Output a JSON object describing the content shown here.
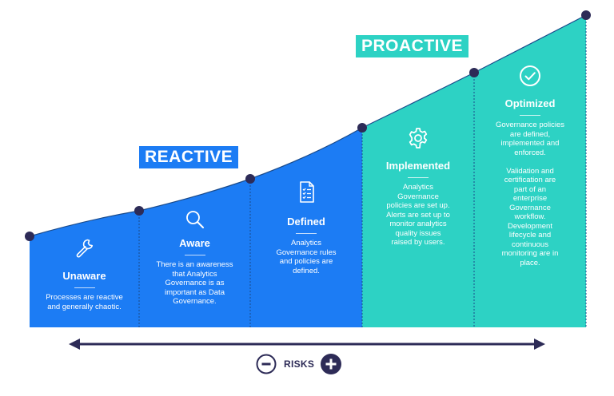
{
  "colors": {
    "reactive": "#1c7cf4",
    "proactive": "#2dd2c4",
    "dark": "#2d2b57",
    "dot_line": "#1a4a8a"
  },
  "badges": {
    "reactive": "REACTIVE",
    "proactive": "PROACTIVE"
  },
  "stages": [
    {
      "title": "Unaware",
      "icon": "wrench-icon",
      "description": "Processes are reactive\nand generally chaotic."
    },
    {
      "title": "Aware",
      "icon": "search-icon",
      "description": "There is an awareness\nthat Analytics\nGovernance is as\nimportant as Data\nGovernance."
    },
    {
      "title": "Defined",
      "icon": "checklist-document-icon",
      "description": "Analytics\nGovernance rules\nand policies are\ndefined."
    },
    {
      "title": "Implemented",
      "icon": "gear-icon",
      "description": "Analytics\nGovernance\npolicies are set up.\nAlerts are set up to\nmonitor analytics\nquality issues\nraised by users."
    },
    {
      "title": "Optimized",
      "icon": "check-circle-icon",
      "description": "Governance policies\nare defined,\nimplemented and\nenforced.\n\nValidation and\ncertification are\npart of an\nenterprise\nGovernance\nworkflow.\nDevelopment\nlifecycle and\ncontinuous\nmonitoring are in\nplace."
    }
  ],
  "risk_axis": {
    "label": "RISKS",
    "minus_icon": "minus-circle-icon",
    "plus_icon": "plus-circle-icon"
  }
}
